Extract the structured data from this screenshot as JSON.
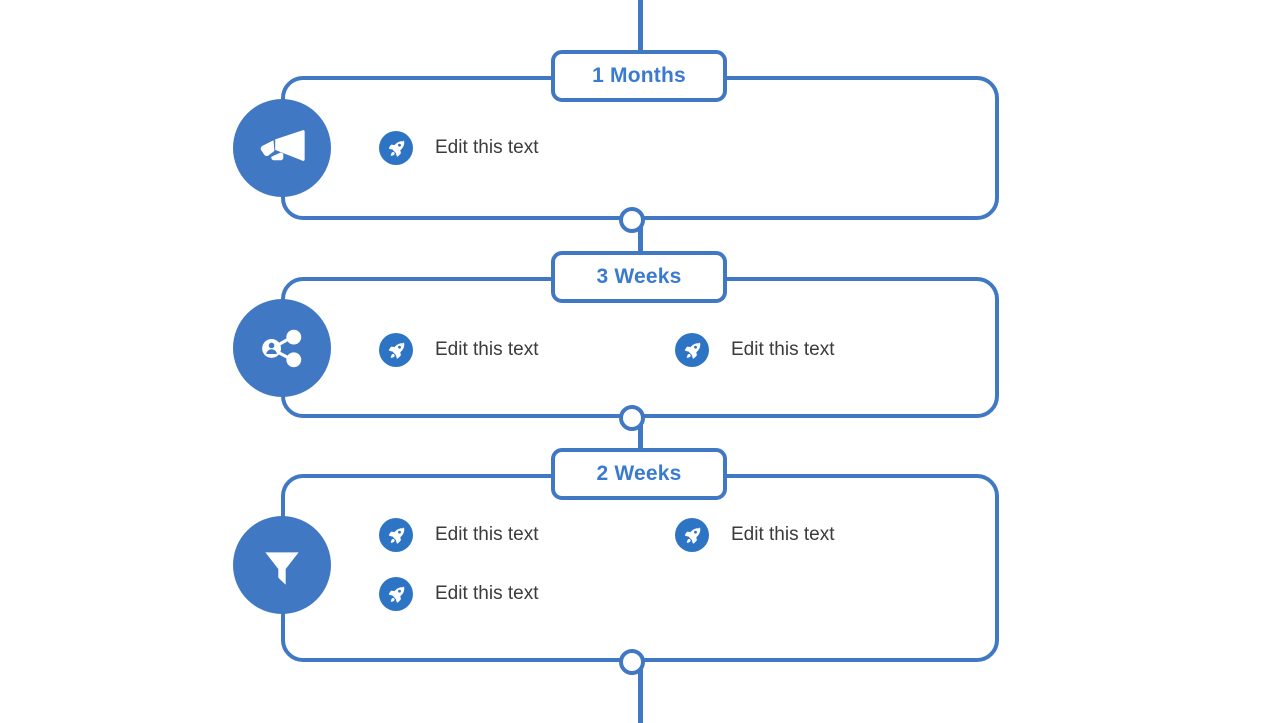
{
  "diagram": {
    "title": "Timeline roadmap with three phases",
    "accent_color": "#4178C4",
    "chip_text_color": "#3A7BD0",
    "item_text_color": "#3B3B3B",
    "bullet_color": "#2E74C4",
    "bullet_icon": "rocket-icon"
  },
  "stages": [
    {
      "chip": "1 Months",
      "icon": "megaphone-icon",
      "items": [
        {
          "text": "Edit this text"
        }
      ]
    },
    {
      "chip": "3 Weeks",
      "icon": "share-network-icon",
      "items": [
        {
          "text": "Edit this text"
        },
        {
          "text": "Edit this text"
        }
      ]
    },
    {
      "chip": "2 Weeks",
      "icon": "funnel-filter-icon",
      "items": [
        {
          "text": "Edit this text"
        },
        {
          "text": "Edit this text"
        },
        {
          "text": "Edit this text"
        }
      ]
    }
  ]
}
